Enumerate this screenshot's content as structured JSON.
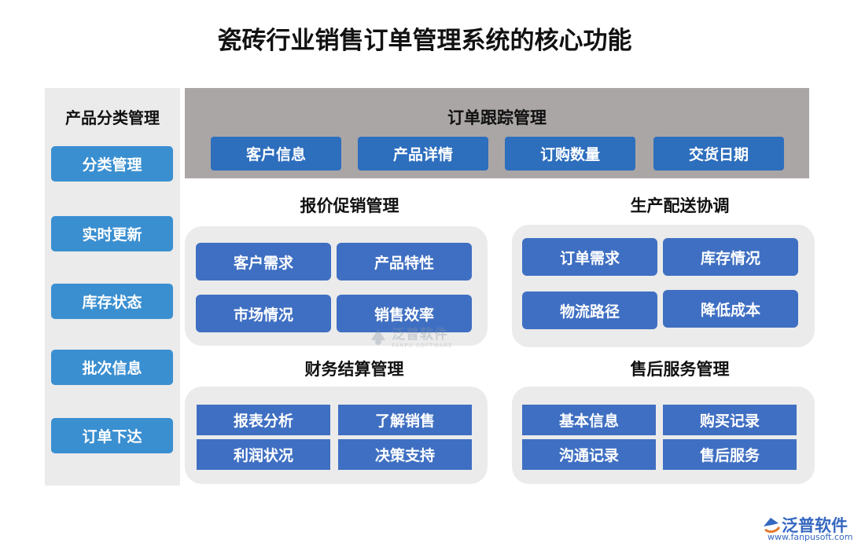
{
  "title": "瓷砖行业销售订单管理系统的核心功能",
  "left": {
    "title": "产品分类管理",
    "items": [
      "分类管理",
      "实时更新",
      "库存状态",
      "批次信息",
      "订单下达"
    ]
  },
  "top": {
    "title": "订单跟踪管理",
    "items": [
      "客户信息",
      "产品详情",
      "订购数量",
      "交货日期"
    ]
  },
  "quote": {
    "title": "报价促销管理",
    "items": [
      "客户需求",
      "产品特性",
      "市场情况",
      "销售效率"
    ]
  },
  "production": {
    "title": "生产配送协调",
    "items": [
      "订单需求",
      "库存情况",
      "物流路径",
      "降低成本"
    ]
  },
  "finance": {
    "title": "财务结算管理",
    "items": [
      "报表分析",
      "了解销售",
      "利润状况",
      "决策支持"
    ]
  },
  "aftersale": {
    "title": "售后服务管理",
    "items": [
      "基本信息",
      "购买记录",
      "沟通记录",
      "售后服务"
    ]
  },
  "watermark": {
    "text": "泛普软件",
    "sub": "FANPU SOFTWARE"
  },
  "logo": {
    "text": "泛普软件",
    "url": "www.fanpusoft.com"
  },
  "colors": {
    "left_button": "#3a8fd0",
    "top_button": "#2d6ebd",
    "cell": "#3f6fc2",
    "panel_gray": "#ebebeb",
    "top_panel": "#aaa6a5"
  }
}
